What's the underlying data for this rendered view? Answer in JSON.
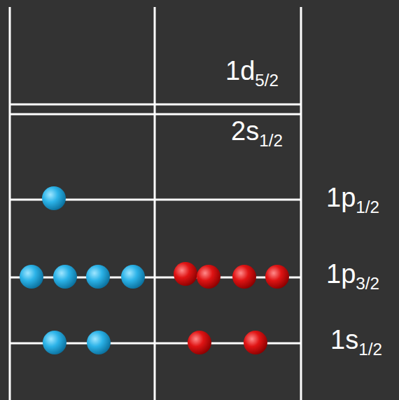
{
  "diagram": {
    "labels": [
      "1d5/2",
      "2s1/2",
      "1p1/2",
      "1p3/2",
      "1s1/2"
    ]
  }
}
